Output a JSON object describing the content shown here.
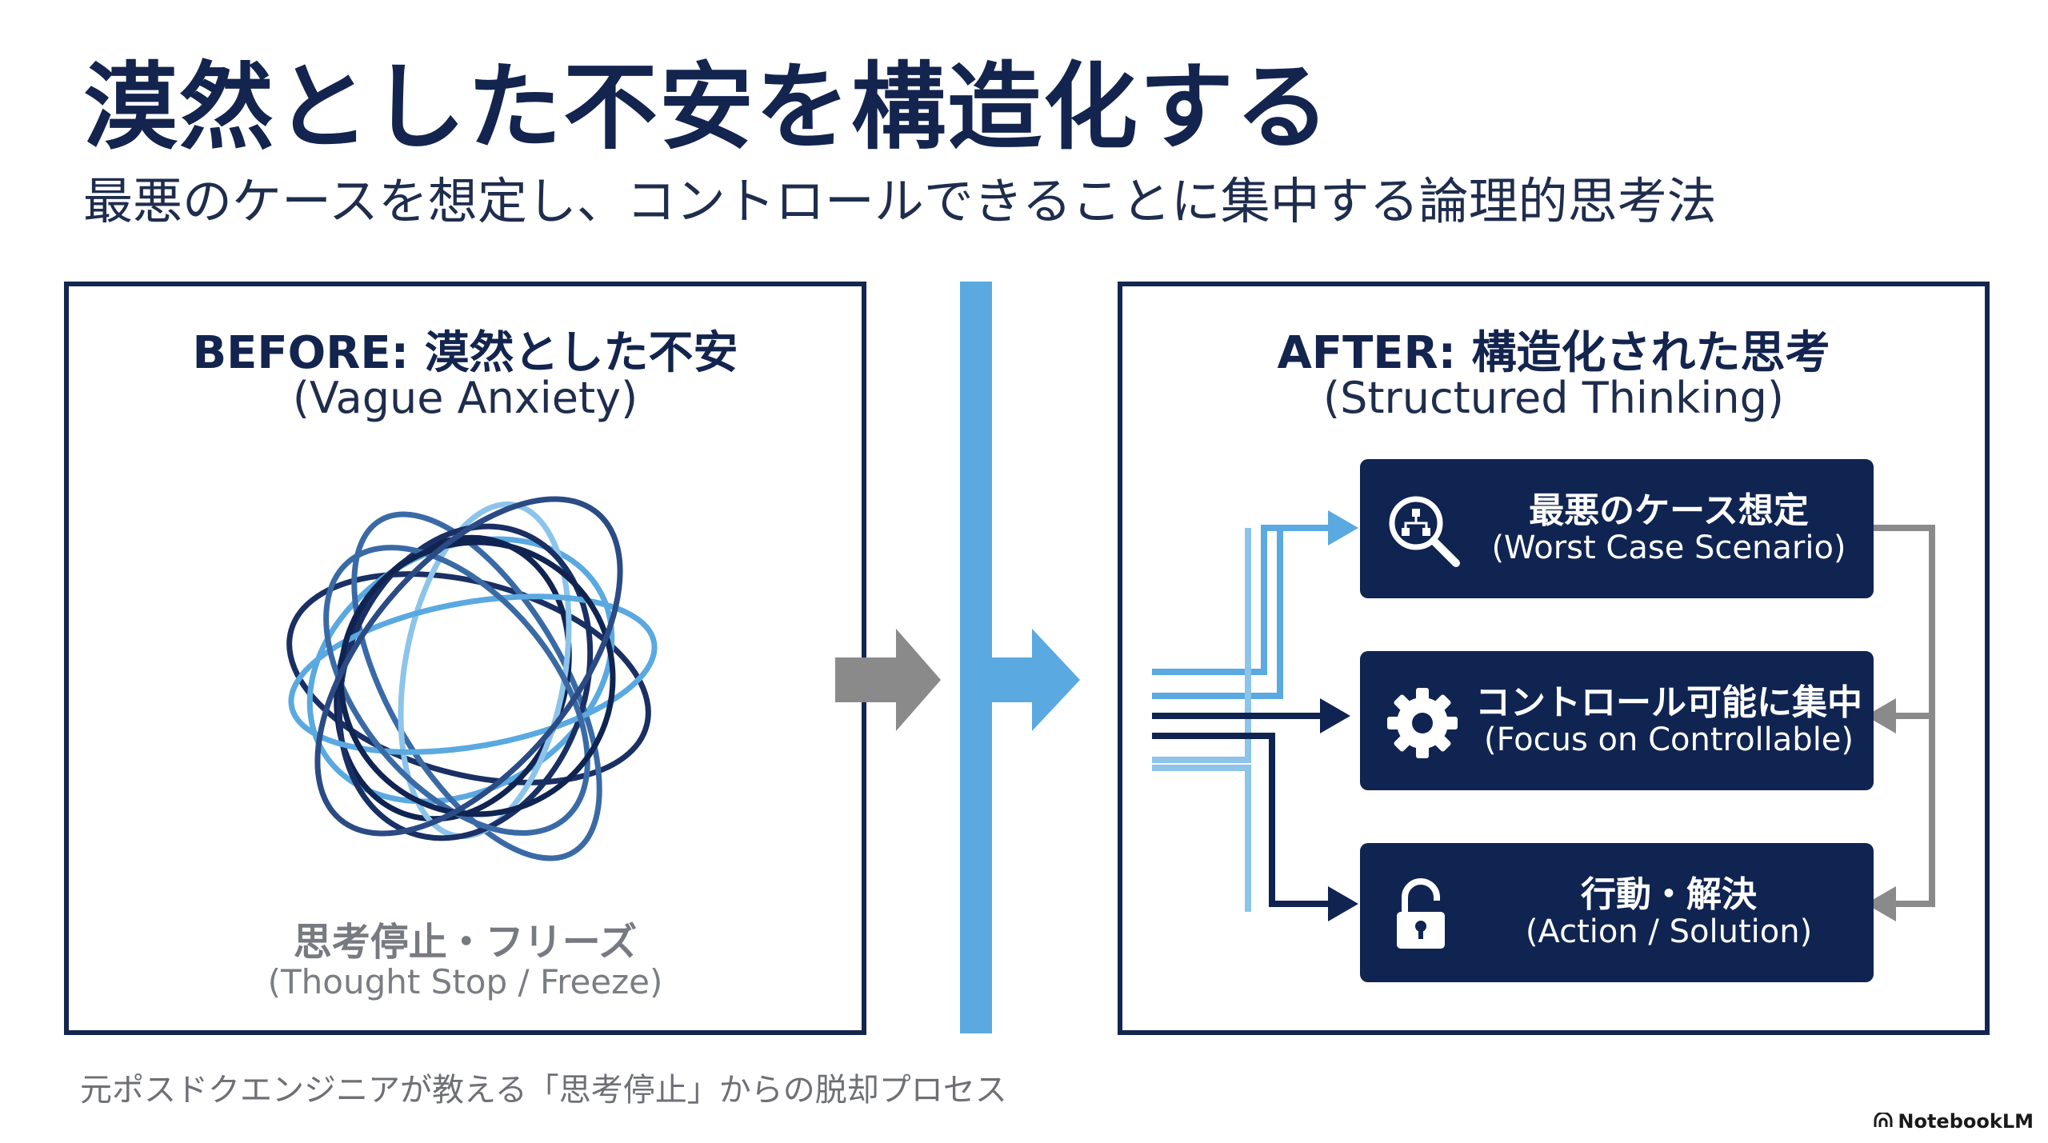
{
  "title": "漠然とした不安を構造化する",
  "subtitle": "最悪のケースを想定し、コントロールできることに集中する論理的思考法",
  "before": {
    "title": "BEFORE: 漠然とした不安",
    "subtitle": "(Vague Anxiety)",
    "caption_jp": "思考停止・フリーズ",
    "caption_en": "(Thought Stop / Freeze)"
  },
  "after": {
    "title": "AFTER: 構造化された思考",
    "subtitle": "(Structured Thinking)",
    "cards": [
      {
        "jp": "最悪のケース想定",
        "en": "(Worst Case Scenario)",
        "icon": "search-hierarchy-icon"
      },
      {
        "jp": "コントロール可能に集中",
        "en": "(Focus on Controllable)",
        "icon": "gear-icon"
      },
      {
        "jp": "行動・解決",
        "en": "(Action / Solution)",
        "icon": "unlock-icon"
      }
    ]
  },
  "footer": "元ポスドクエンジニアが教える「思考停止」からの脱却プロセス",
  "brand": "NotebookLM",
  "colors": {
    "navy": "#102452",
    "light_blue": "#5aa9e0",
    "gray_arrow": "#8a8a8a"
  }
}
